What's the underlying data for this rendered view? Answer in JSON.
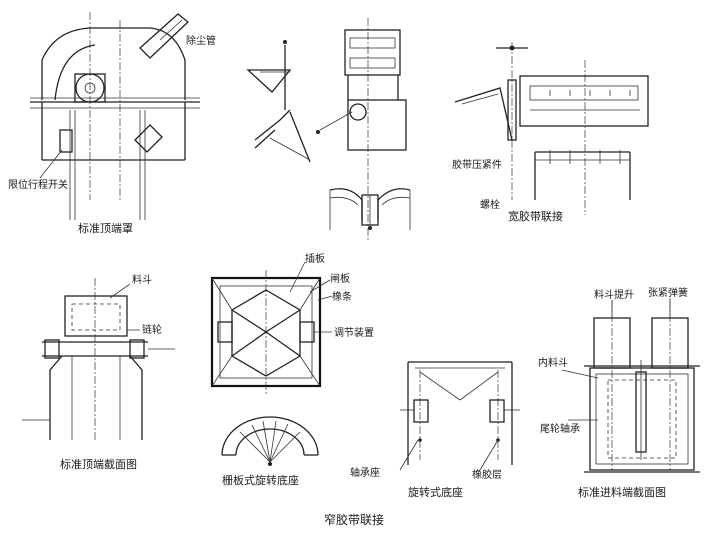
{
  "caption": "窄胶带联接",
  "panels": {
    "head_cover": {
      "title": "标准顶端罩",
      "labels": {
        "dust_pipe": "除尘管",
        "limit_switch": "限位行程开关"
      }
    },
    "edge_joint": {
      "title": "",
      "labels": {}
    },
    "wide_belt": {
      "title": "宽胶带联接",
      "labels": {
        "clamp": "胶带压紧件",
        "bolt": "螺栓"
      }
    },
    "head_section": {
      "title": "标准顶端截面图",
      "labels": {
        "hopper": "料斗",
        "sprocket": "链轮"
      }
    },
    "boot_box": {
      "title": "",
      "labels": {
        "plate": "插板",
        "gate": "闸板",
        "seal": "橡条",
        "adjust": "调节装置"
      }
    },
    "arc_bracket": {
      "title": "栅板式旋转底座",
      "labels": {}
    },
    "rotary_boot": {
      "title": "旋转式底座",
      "labels": {
        "bearing": "轴承座",
        "rubber": "橡胶层"
      }
    },
    "tail_section": {
      "title": "标准进料端截面图",
      "labels": {
        "hopper_lift": "料斗提升",
        "tension": "张紧弹簧",
        "inner_hopper": "内料斗",
        "pulley_bearing": "尾轮轴承"
      }
    }
  }
}
